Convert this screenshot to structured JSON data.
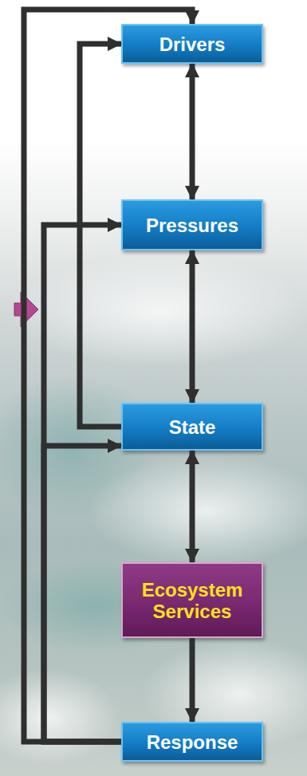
{
  "diagram": {
    "nodes": [
      {
        "text": [
          "Drivers"
        ]
      },
      {
        "text": [
          "Pressures"
        ]
      },
      {
        "text": [
          "State"
        ]
      },
      {
        "text": [
          "Ecosystem Services"
        ]
      },
      {
        "text": [
          "Response"
        ]
      }
    ],
    "edges": [
      {
        "from": 0,
        "to": 1,
        "arrow": "both"
      },
      {
        "from": 1,
        "to": 2,
        "arrow": "both"
      },
      {
        "from": 2,
        "to": 3,
        "arrow": "both"
      },
      {
        "from": 3,
        "to": 4,
        "arrow": "to"
      },
      {
        "from": 4,
        "to": 0,
        "arrow": "to"
      },
      {
        "from": 4,
        "to": 1,
        "arrow": "to"
      },
      {
        "from": 4,
        "to": 2,
        "arrow": "to"
      },
      {
        "from": 2,
        "to": 0,
        "arrow": "to"
      }
    ]
  }
}
